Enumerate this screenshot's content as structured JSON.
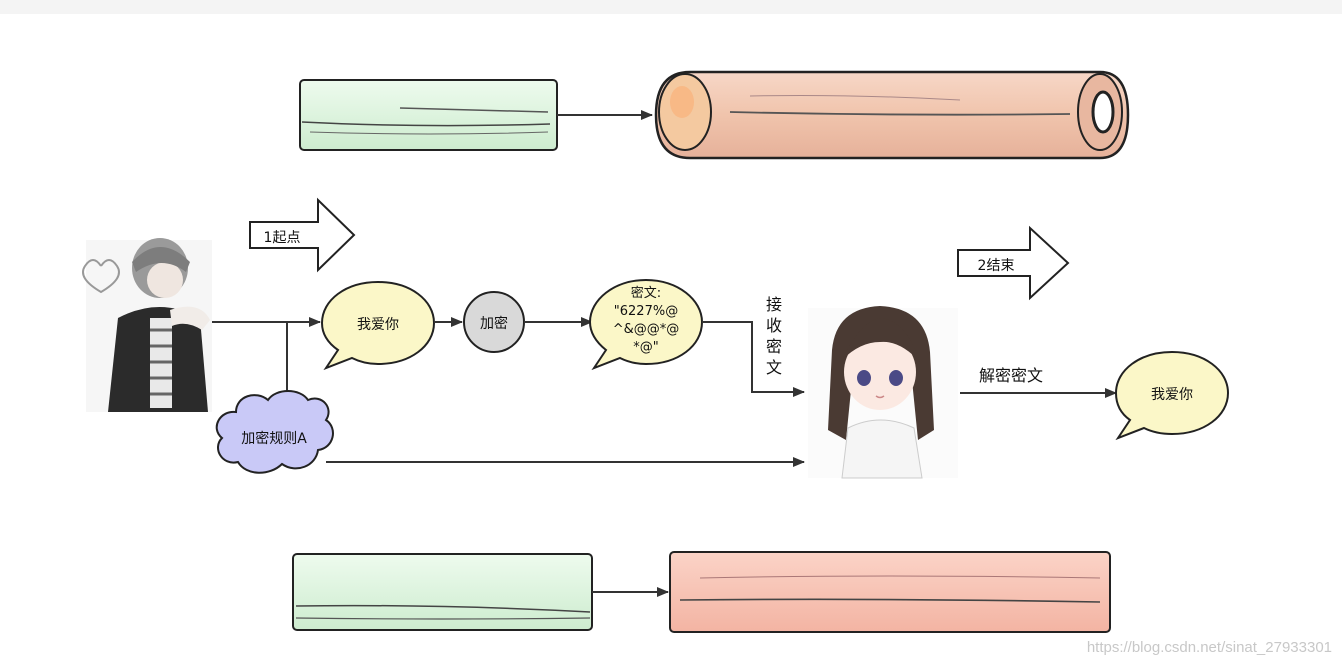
{
  "arrows": {
    "start": "1起点",
    "end": "2结束"
  },
  "bubbles": {
    "plain_sender": "我爱你",
    "encrypt_node": "加密",
    "cipher_line1": "密文:",
    "cipher_line2": "\"6227%@",
    "cipher_line3": "^&@@*@",
    "cipher_line4": "*@\"",
    "plain_receiver": "我爱你"
  },
  "cloud": {
    "rule": "加密规则A"
  },
  "labels": {
    "receive": [
      "接",
      "收",
      "密",
      "文"
    ],
    "decrypt": "解密密文"
  },
  "watermark": "https://blog.csdn.net/sinat_27933301",
  "colors": {
    "bubble_fill": "#fbf7c8",
    "encrypt_fill": "#d9d9d9",
    "cloud_fill": "#c9c9f7",
    "green_box": "#def3de",
    "pink_box": "#f8c6b8",
    "log_fill": "#f2c7b2"
  }
}
